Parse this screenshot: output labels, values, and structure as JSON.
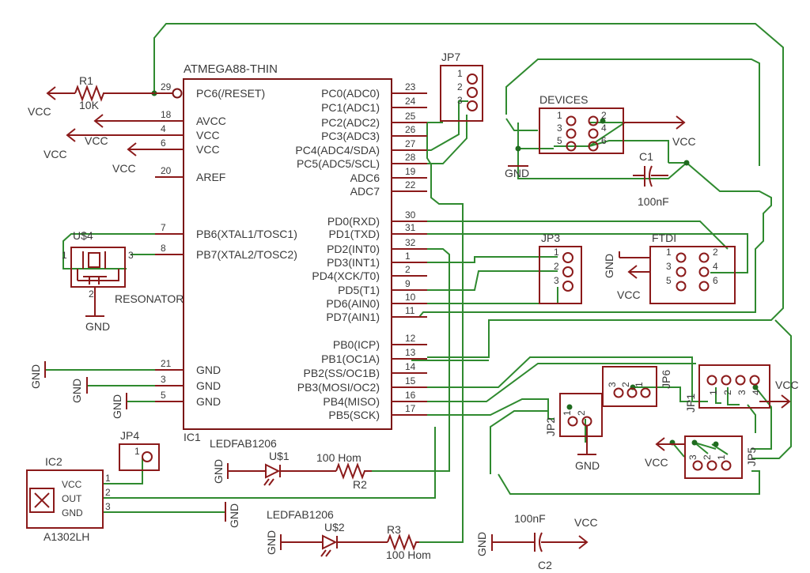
{
  "ic1": {
    "name": "ATMEGA88-THIN",
    "ref": "IC1",
    "left_pins": [
      {
        "num": "29",
        "label": "PC6(/RESET)"
      },
      {
        "num": "18",
        "label": "AVCC"
      },
      {
        "num": "4",
        "label": "VCC"
      },
      {
        "num": "6",
        "label": "VCC"
      },
      {
        "num": "20",
        "label": "AREF"
      },
      {
        "num": "7",
        "label": "PB6(XTAL1/TOSC1)"
      },
      {
        "num": "8",
        "label": "PB7(XTAL2/TOSC2)"
      },
      {
        "num": "21",
        "label": "GND"
      },
      {
        "num": "3",
        "label": "GND"
      },
      {
        "num": "5",
        "label": "GND"
      }
    ],
    "right_pins": [
      {
        "num": "23",
        "label": "PC0(ADC0)"
      },
      {
        "num": "24",
        "label": "PC1(ADC1)"
      },
      {
        "num": "25",
        "label": "PC2(ADC2)"
      },
      {
        "num": "26",
        "label": "PC3(ADC3)"
      },
      {
        "num": "27",
        "label": "PC4(ADC4/SDA)"
      },
      {
        "num": "28",
        "label": "PC5(ADC5/SCL)"
      },
      {
        "num": "19",
        "label": "ADC6"
      },
      {
        "num": "22",
        "label": "ADC7"
      },
      {
        "num": "30",
        "label": "PD0(RXD)"
      },
      {
        "num": "31",
        "label": "PD1(TXD)"
      },
      {
        "num": "32",
        "label": "PD2(INT0)"
      },
      {
        "num": "1",
        "label": "PD3(INT1)"
      },
      {
        "num": "2",
        "label": "PD4(XCK/T0)"
      },
      {
        "num": "9",
        "label": "PD5(T1)"
      },
      {
        "num": "10",
        "label": "PD6(AIN0)"
      },
      {
        "num": "11",
        "label": "PD7(AIN1)"
      },
      {
        "num": "12",
        "label": "PB0(ICP)"
      },
      {
        "num": "13",
        "label": "PB1(OC1A)"
      },
      {
        "num": "14",
        "label": "PB2(SS/OC1B)"
      },
      {
        "num": "15",
        "label": "PB3(MOSI/OC2)"
      },
      {
        "num": "16",
        "label": "PB4(MISO)"
      },
      {
        "num": "17",
        "label": "PB5(SCK)"
      }
    ]
  },
  "r1": {
    "name": "R1",
    "value": "10K"
  },
  "power": {
    "vcc": "VCC",
    "gnd": "GND"
  },
  "jp7": {
    "name": "JP7",
    "pins": [
      "1",
      "2",
      "3"
    ]
  },
  "devices": {
    "name": "DEVICES",
    "pins": [
      "1",
      "2",
      "3",
      "4",
      "5",
      "6"
    ]
  },
  "c1": {
    "name": "C1",
    "value": "100nF"
  },
  "jp3": {
    "name": "JP3",
    "pins": [
      "1",
      "2",
      "3"
    ]
  },
  "ftdi": {
    "name": "FTDI",
    "pins": [
      "1",
      "2",
      "3",
      "4",
      "5",
      "6"
    ]
  },
  "resonator": {
    "ref": "U$4",
    "name": "RESONATOR",
    "pins": [
      "1",
      "2",
      "3"
    ]
  },
  "jp4": {
    "name": "JP4",
    "pin": "1"
  },
  "ic2": {
    "ref": "IC2",
    "name": "A1302LH",
    "pins": [
      "VCC",
      "OUT",
      "GND"
    ],
    "pin_nums": [
      "1",
      "2",
      "3"
    ]
  },
  "led1": {
    "kind": "LEDFAB1206",
    "ref": "U$1"
  },
  "led2": {
    "kind": "LEDFAB1206",
    "ref": "U$2"
  },
  "r2": {
    "name": "R2",
    "value": "100 Hom"
  },
  "r3": {
    "name": "R3",
    "value": "100 Hom"
  },
  "c2": {
    "name": "C2",
    "value": "100nF"
  },
  "jp2": {
    "name": "JP2",
    "pins": [
      "1",
      "2"
    ]
  },
  "jp6": {
    "name": "JP6",
    "pins": [
      "3",
      "2",
      "1"
    ]
  },
  "jp1": {
    "name": "JP1",
    "pins": [
      "1",
      "2",
      "3",
      "4"
    ]
  },
  "jp5": {
    "name": "JP5",
    "pins": [
      "3",
      "2",
      "1"
    ]
  }
}
